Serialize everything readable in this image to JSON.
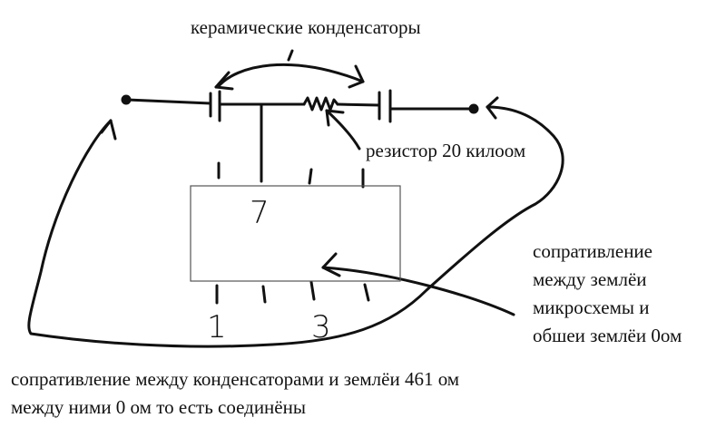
{
  "labels": {
    "title": "керамические конденсаторы",
    "resistor": "резистор 20 килоом",
    "chip_number": "7",
    "pin_1": "1",
    "pin_3": "3",
    "right_note": [
      "сопративление",
      "между землёи",
      "микросхемы и",
      "обшеи землёи 0ом"
    ],
    "bottom_note": [
      "сопративление между конденсаторами и землёи 461 ом",
      "между ними 0 ом то есть соединёны"
    ]
  },
  "colors": {
    "ink": "#111111",
    "chip_border": "#555555",
    "background": "#ffffff"
  }
}
